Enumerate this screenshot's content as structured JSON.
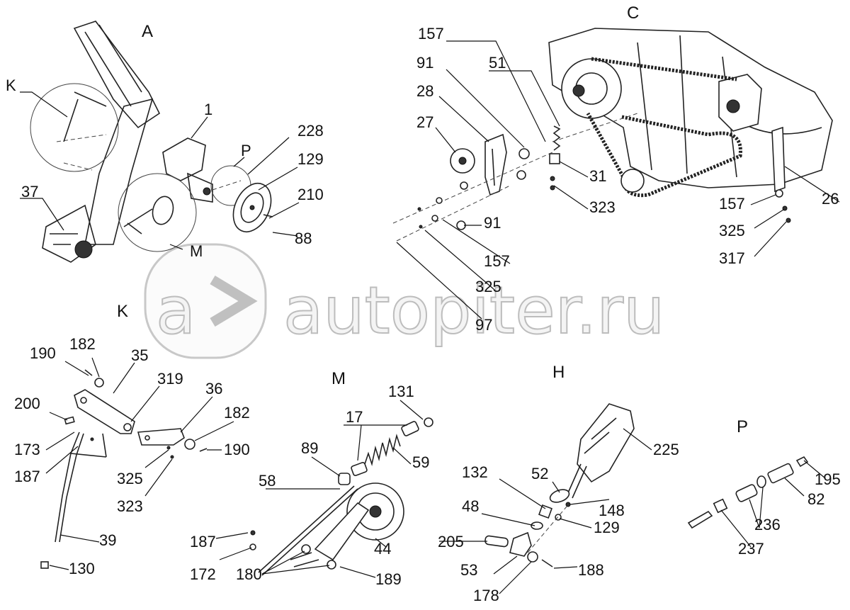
{
  "watermark": {
    "text": "autopiter.ru",
    "logo_letter": "a"
  },
  "sections": {
    "A": "A",
    "C": "C",
    "K": "K",
    "M": "M",
    "H": "H",
    "P": "P"
  },
  "callouts": {
    "a_K": "K",
    "a_1": "1",
    "a_228": "228",
    "a_P": "P",
    "a_129": "129",
    "a_37": "37",
    "a_210": "210",
    "a_88": "88",
    "a_M": "M",
    "c_157a": "157",
    "c_91a": "91",
    "c_51": "51",
    "c_28": "28",
    "c_27": "27",
    "c_31": "31",
    "c_323": "323",
    "c_91b": "91",
    "c_157b": "157",
    "c_325a": "325",
    "c_97": "97",
    "c_157c": "157",
    "c_26": "26",
    "c_325b": "325",
    "c_317": "317",
    "k_190a": "190",
    "k_182a": "182",
    "k_35": "35",
    "k_319": "319",
    "k_36": "36",
    "k_200": "200",
    "k_182b": "182",
    "k_173": "173",
    "k_190b": "190",
    "k_187": "187",
    "k_325": "325",
    "k_323": "323",
    "k_39": "39",
    "k_130": "130",
    "m_131": "131",
    "m_17": "17",
    "m_89": "89",
    "m_59": "59",
    "m_58": "58",
    "m_44": "44",
    "m_187": "187",
    "m_172": "172",
    "m_180": "180",
    "m_189": "189",
    "h_225": "225",
    "h_52": "52",
    "h_132": "132",
    "h_148": "148",
    "h_48": "48",
    "h_129": "129",
    "h_205": "205",
    "h_53": "53",
    "h_188": "188",
    "h_178": "178",
    "p_195": "195",
    "p_82": "82",
    "p_236": "236",
    "p_237": "237"
  }
}
